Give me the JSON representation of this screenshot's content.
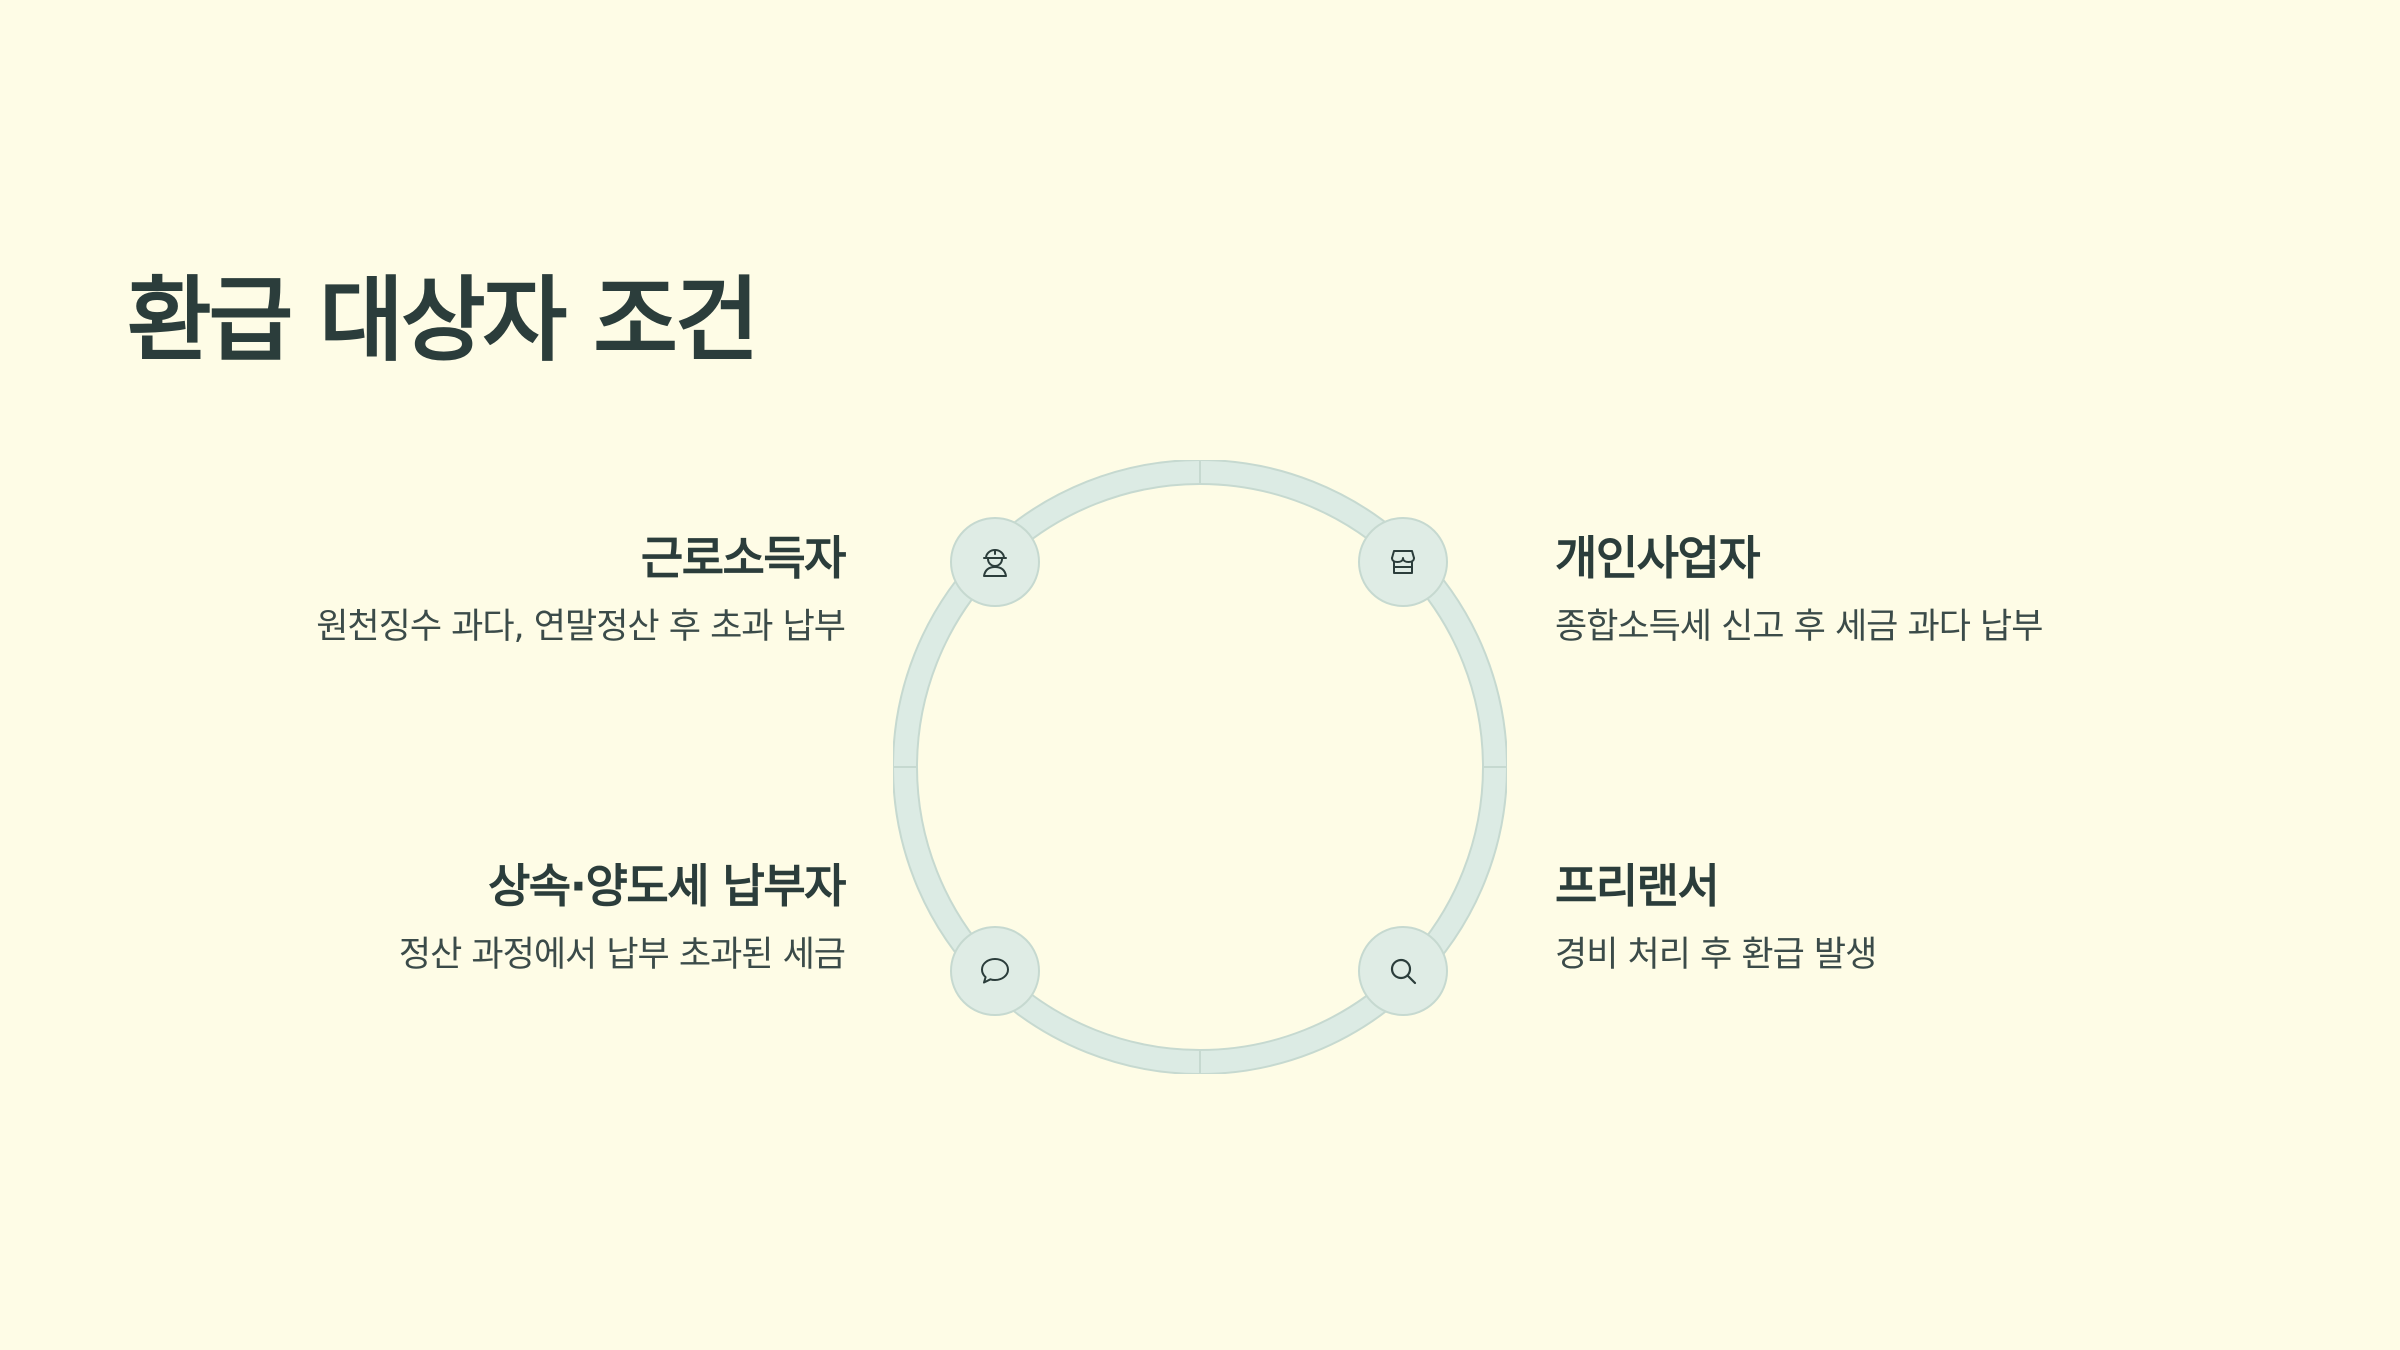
{
  "title": "환급 대상자 조건",
  "colors": {
    "background": "#fefce6",
    "text": "#2b3d3b",
    "ring": "#dcebe4",
    "node": "#dfece5"
  },
  "items": [
    {
      "title": "근로소득자",
      "description": "원천징수 과다, 연말정산 후 초과 납부",
      "icon": "worker-helmet-icon"
    },
    {
      "title": "개인사업자",
      "description": "종합소득세 신고 후 세금 과다 납부",
      "icon": "storefront-icon"
    },
    {
      "title": "상속·양도세 납부자",
      "description": "정산 과정에서 납부 초과된 세금",
      "icon": "chat-bubble-icon"
    },
    {
      "title": "프리랜서",
      "description": "경비 처리 후 환급 발생",
      "icon": "search-icon"
    }
  ]
}
